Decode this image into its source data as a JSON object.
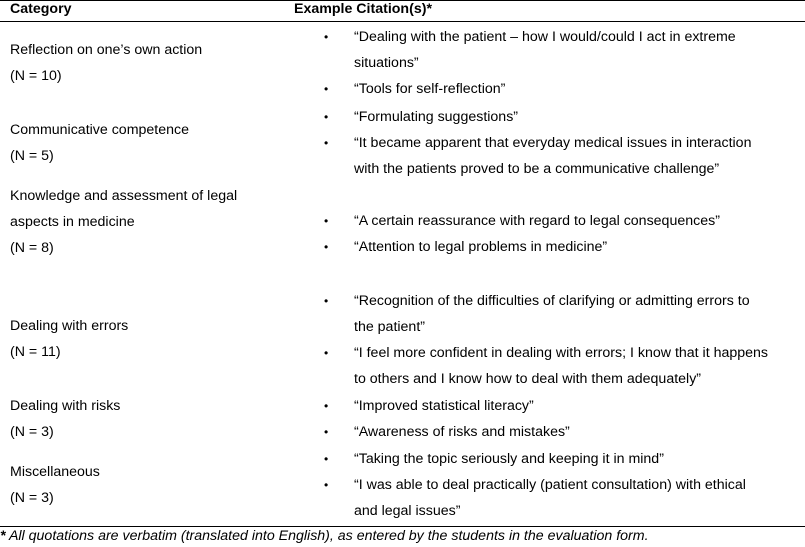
{
  "table": {
    "headers": {
      "category": "Category",
      "citations": "Example Citation(s)*"
    },
    "rows": [
      {
        "category_lines": [
          "Reflection on one’s own action",
          "(N = 10)"
        ],
        "citations": [
          [
            "“Dealing with the patient – how I would/could I act in extreme",
            "situations”"
          ],
          [
            "“Tools for self-reflection”"
          ]
        ]
      },
      {
        "category_lines": [
          "Communicative competence",
          "(N = 5)"
        ],
        "citations": [
          [
            "“Formulating suggestions”"
          ],
          [
            "“It became apparent that everyday medical issues in interaction",
            "with the patients proved to be a communicative challenge”"
          ]
        ]
      },
      {
        "category_lines": [
          "Knowledge and assessment of legal",
          "aspects in medicine",
          "(N = 8)"
        ],
        "citations": [
          [
            "“A certain reassurance with regard to legal consequences”"
          ],
          [
            "“Attention to legal problems in medicine”"
          ]
        ]
      },
      {
        "category_lines": [
          "Dealing with errors",
          "(N = 11)"
        ],
        "citations": [
          [
            "“Recognition of the difficulties of clarifying or admitting errors to",
            "the patient”"
          ],
          [
            "“I feel more confident in dealing with errors; I know that it happens",
            "to others and I know how to deal with them adequately”"
          ]
        ]
      },
      {
        "category_lines": [
          "Dealing with risks",
          "(N = 3)"
        ],
        "citations": [
          [
            "“Improved statistical literacy”"
          ],
          [
            "“Awareness of risks and mistakes”"
          ]
        ]
      },
      {
        "category_lines": [
          "Miscellaneous",
          "(N = 3)"
        ],
        "citations": [
          [
            "“Taking the topic seriously and keeping it in mind”"
          ],
          [
            "“I was able to deal practically (patient consultation) with ethical",
            "and legal issues”"
          ]
        ]
      }
    ],
    "bullet_glyph": "•"
  },
  "footnote": {
    "marker": "*",
    "text": " All quotations are verbatim (translated into English), as entered by the students in the evaluation form."
  }
}
